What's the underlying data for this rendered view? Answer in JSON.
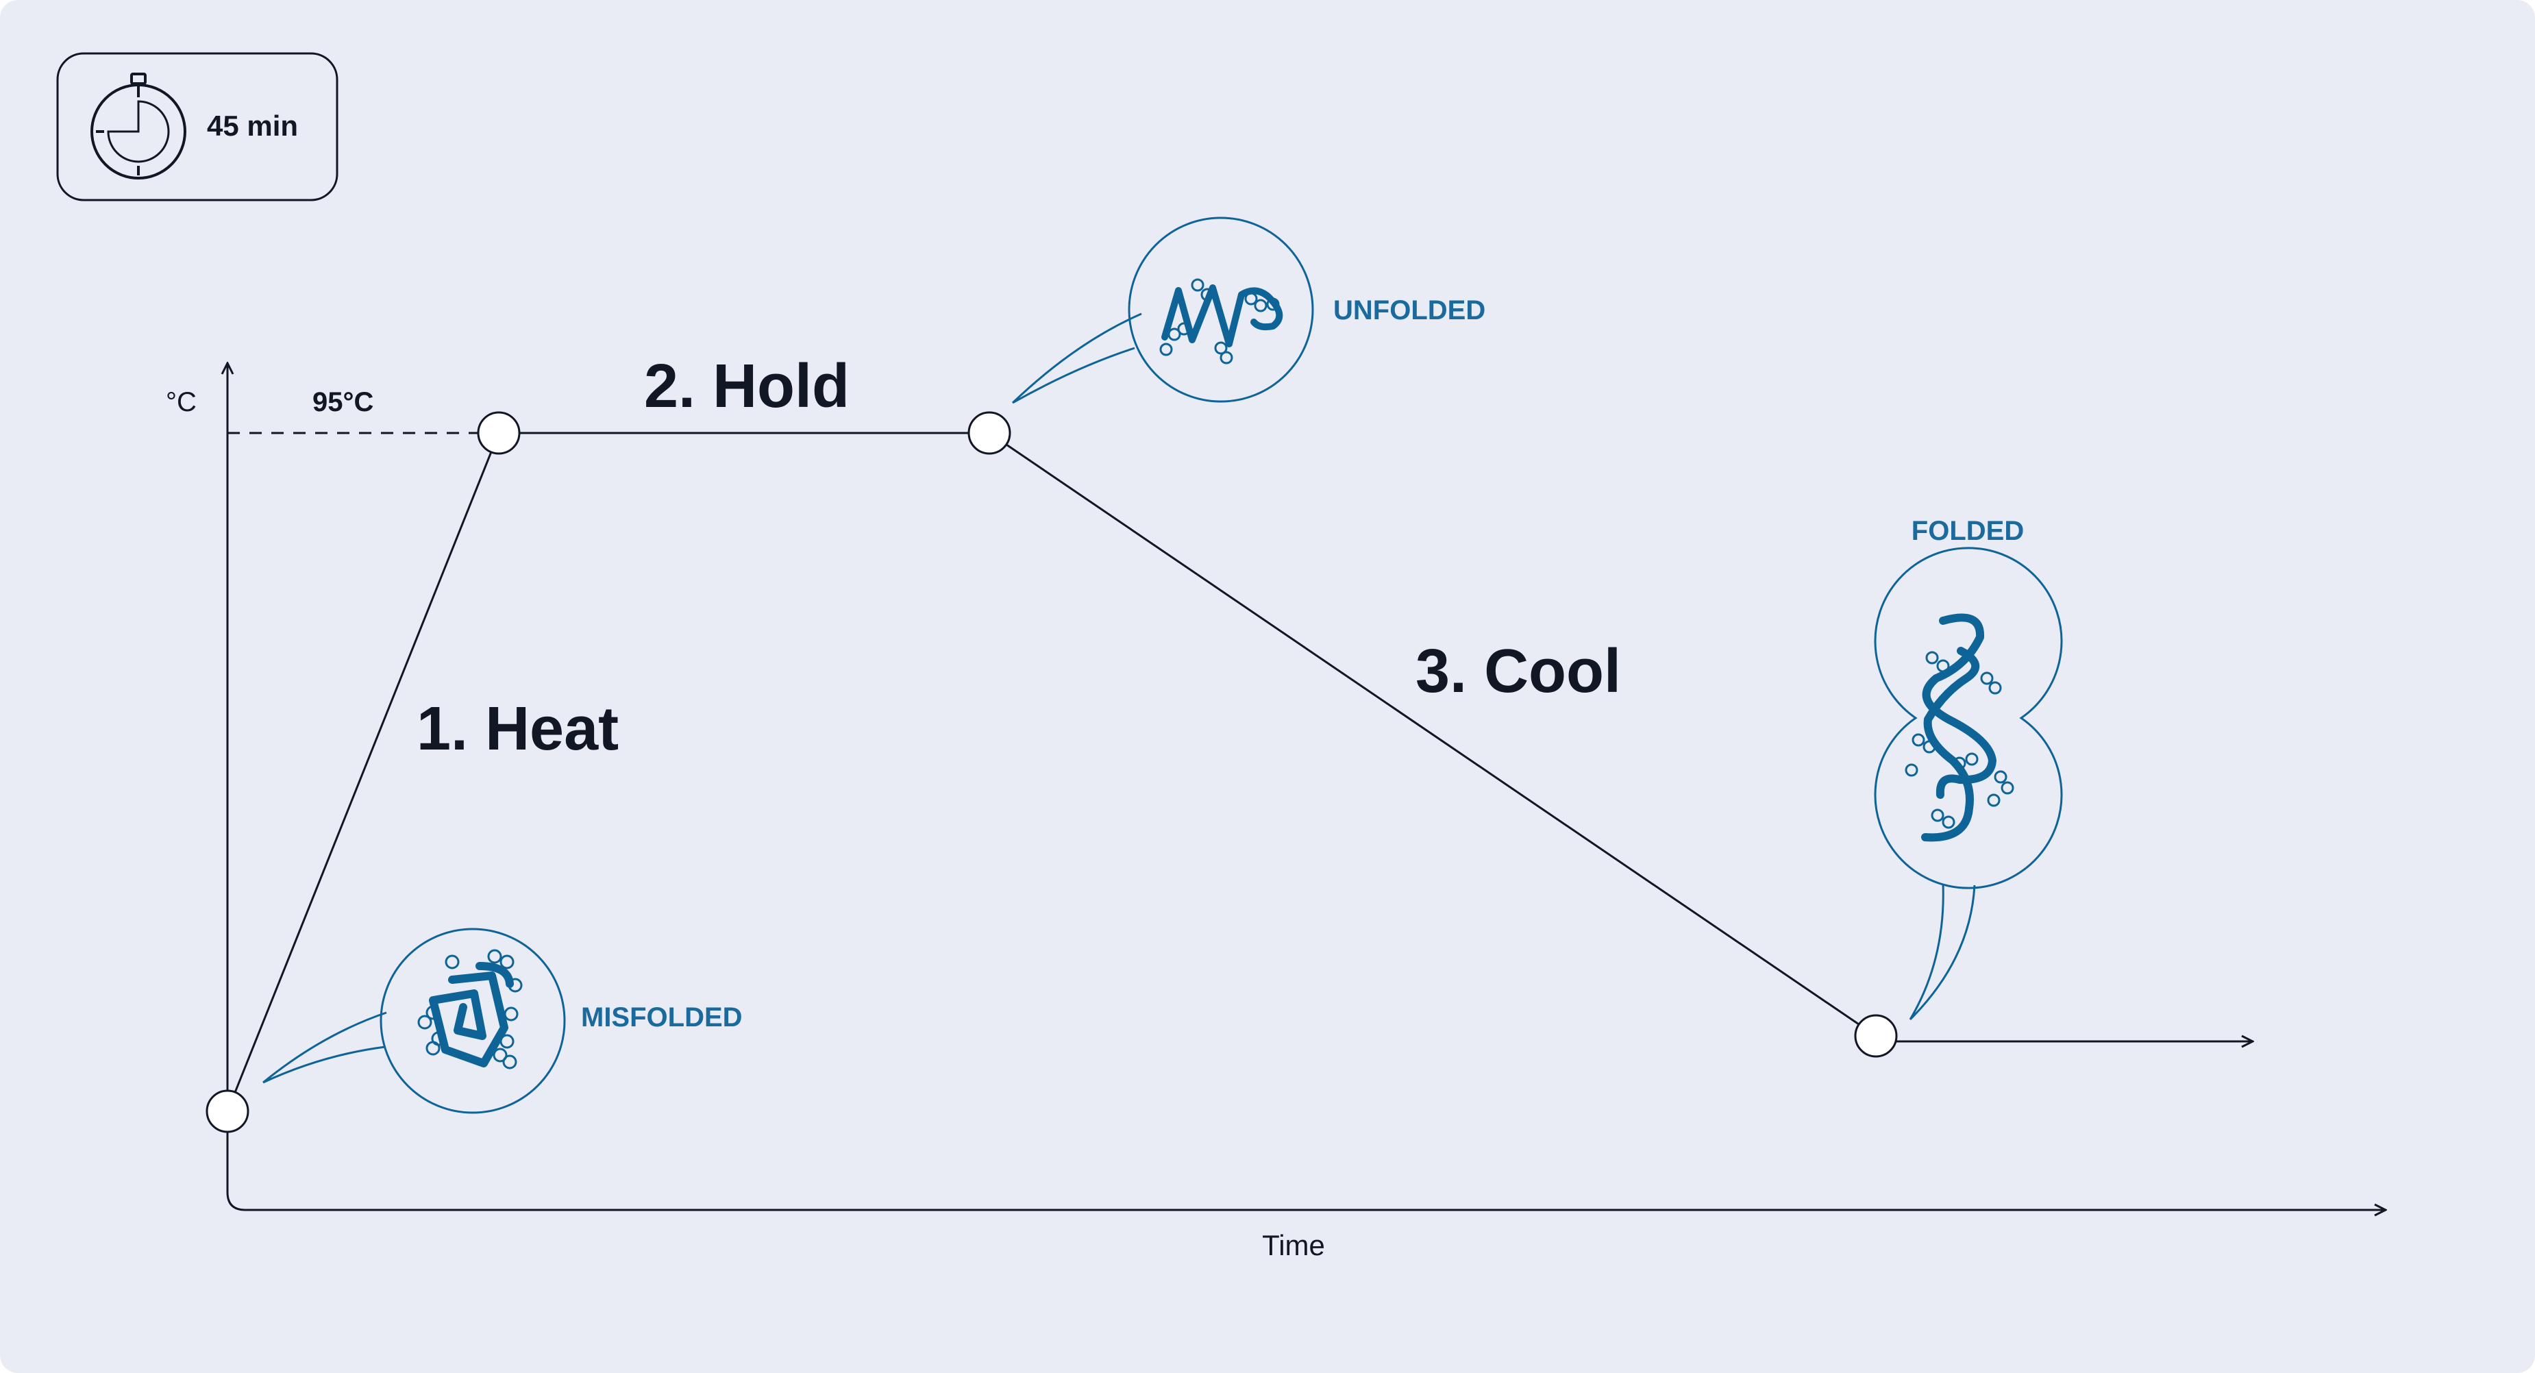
{
  "timer": {
    "label": "45 min",
    "icon": "stopwatch-icon"
  },
  "axes": {
    "y_label": "°C",
    "x_label": "Time"
  },
  "reference": {
    "temperature_label": "95°C"
  },
  "steps": [
    {
      "label": "1. Heat"
    },
    {
      "label": "2. Hold"
    },
    {
      "label": "3. Cool"
    }
  ],
  "states": {
    "misfolded": "MISFOLDED",
    "unfolded": "UNFOLDED",
    "folded": "FOLDED"
  },
  "colors": {
    "background": "#e9ecf5",
    "ink": "#121726",
    "accent": "#0f6497",
    "accent_text": "#1a6a9e"
  }
}
